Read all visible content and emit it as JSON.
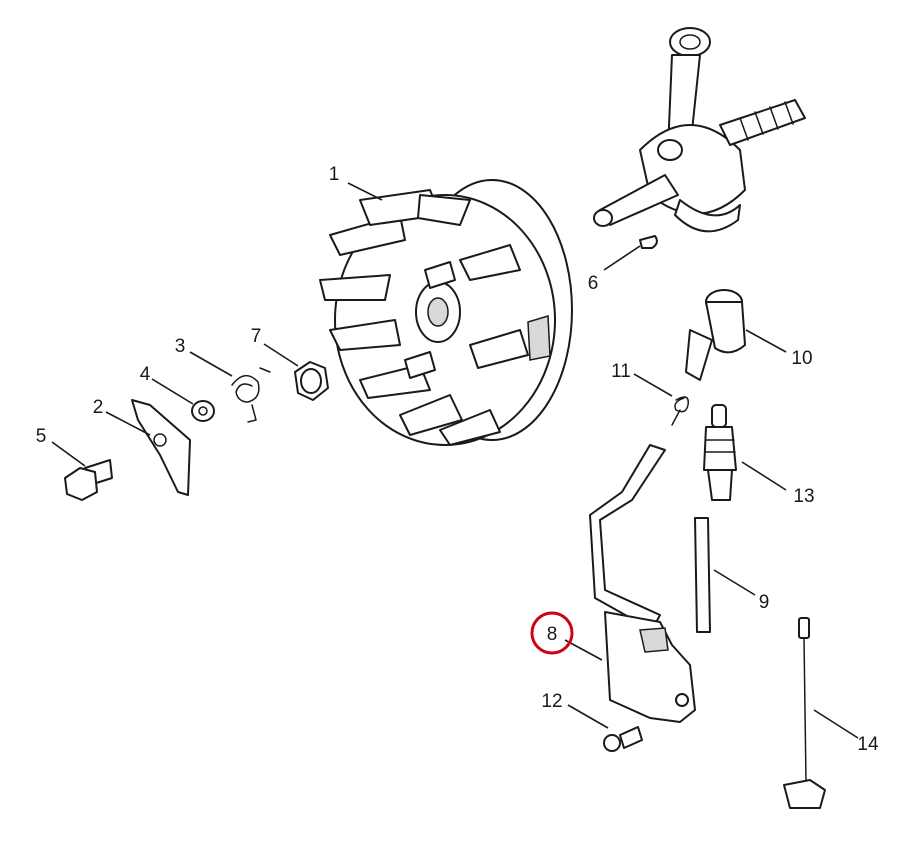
{
  "callouts": [
    {
      "id": "1",
      "label": "1"
    },
    {
      "id": "2",
      "label": "2"
    },
    {
      "id": "3",
      "label": "3"
    },
    {
      "id": "4",
      "label": "4"
    },
    {
      "id": "5",
      "label": "5"
    },
    {
      "id": "6",
      "label": "6"
    },
    {
      "id": "7",
      "label": "7"
    },
    {
      "id": "8",
      "label": "8"
    },
    {
      "id": "9",
      "label": "9"
    },
    {
      "id": "10",
      "label": "10"
    },
    {
      "id": "11",
      "label": "11"
    },
    {
      "id": "12",
      "label": "12"
    },
    {
      "id": "13",
      "label": "13"
    },
    {
      "id": "14",
      "label": "14"
    }
  ],
  "highlight": {
    "callout": "8",
    "color": "#d0021b"
  },
  "colors": {
    "line": "#1a1a1a",
    "background": "#ffffff",
    "shade": "#d9d9d9"
  }
}
